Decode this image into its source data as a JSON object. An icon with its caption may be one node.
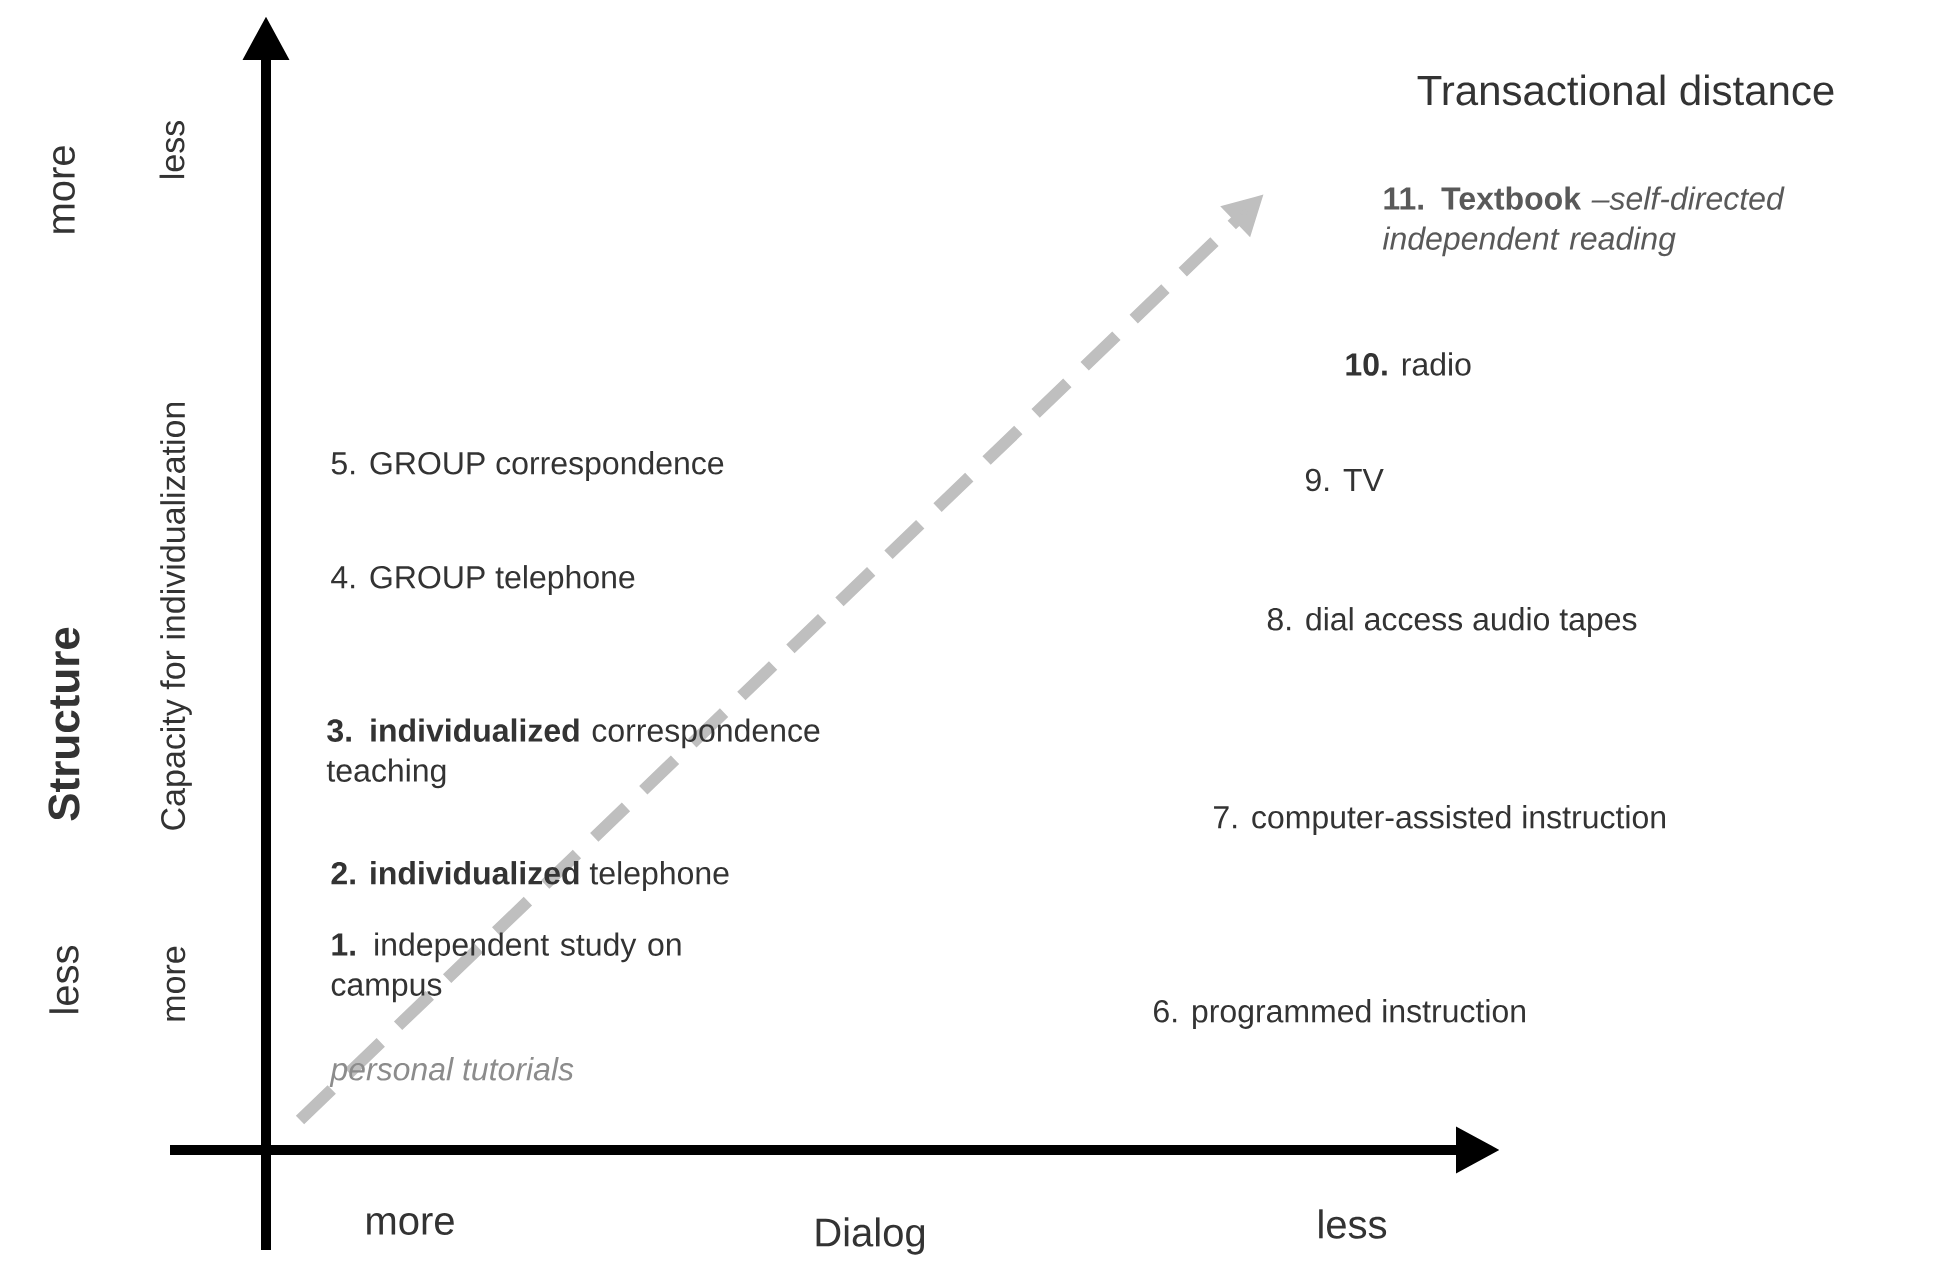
{
  "diagram": {
    "labels": [
      "Transactional distance",
      "more",
      "less",
      "Structure",
      "Capacity for individualization",
      "less",
      "more",
      "**11. Textbook** *–self-directed independent reading*",
      "**10.** radio",
      "9. TV",
      "5. GROUP correspondence",
      "4. GROUP telephone",
      "8. dial access  audio tapes",
      "**3. individualized** correspondence teaching",
      "7. computer-assisted instruction",
      "**2. individualized** telephone",
      "**1.** independent study on campus",
      "personal tutorials",
      "6. programmed instruction",
      "more",
      "Dialog",
      "less"
    ]
  }
}
